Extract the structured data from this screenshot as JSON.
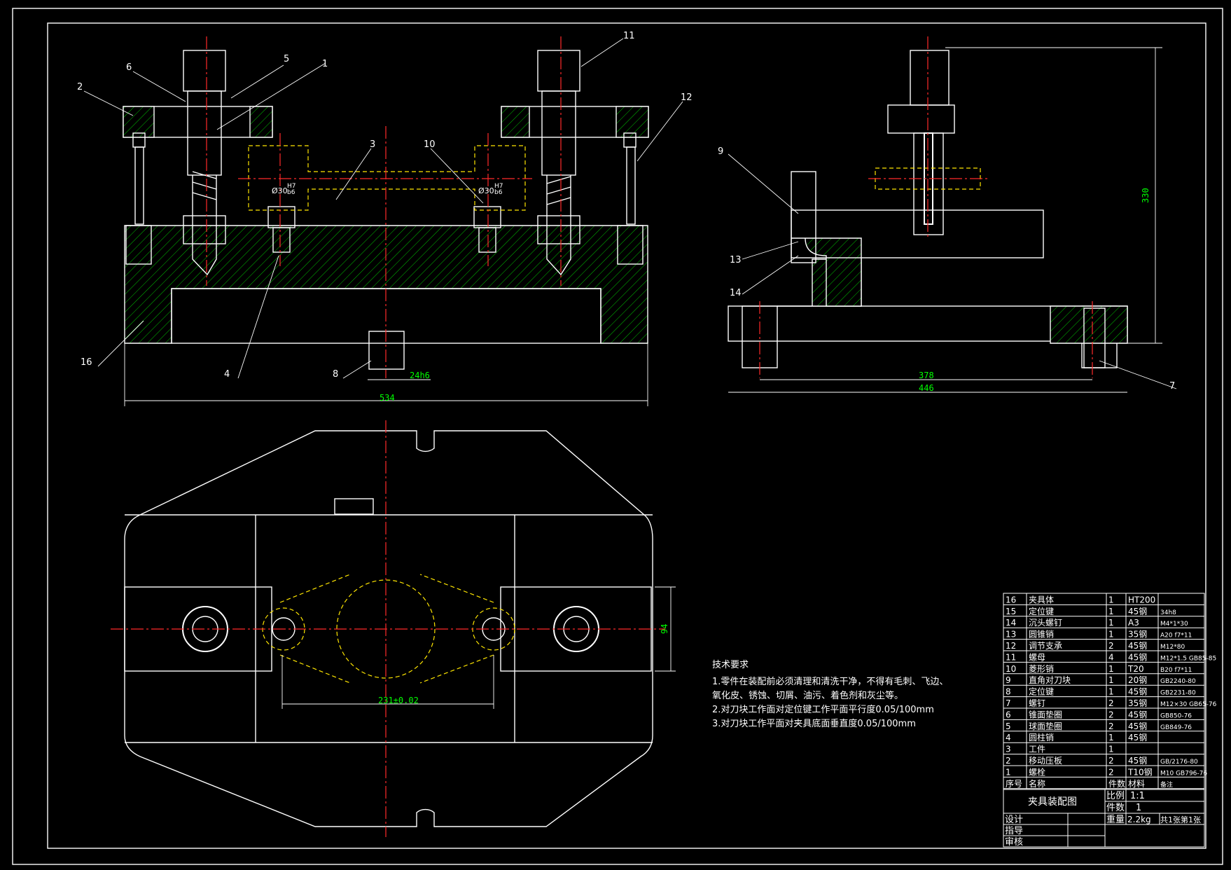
{
  "callouts": [
    "1",
    "2",
    "3",
    "4",
    "5",
    "6",
    "7",
    "8",
    "9",
    "10",
    "11",
    "12",
    "13",
    "14",
    "16"
  ],
  "dimensions": {
    "front_width": "534",
    "key_fit": "24h6",
    "hole_left": "Ø30",
    "hole_left_fit_top": "H7",
    "hole_left_fit_bot": "b6",
    "hole_right": "Ø30",
    "hole_right_fit_top": "H7",
    "hole_right_fit_bot": "b6",
    "side_height": "330",
    "side_inner_width": "378",
    "side_width": "446",
    "plan_height": "94",
    "plan_center": "231±0.02"
  },
  "tech_requirements": {
    "title": "技术要求",
    "lines": [
      "1.零件在装配前必须清理和清洗干净，不得有毛刺、飞边、",
      "氧化皮、锈蚀、切屑、油污、着色剂和灰尘等。",
      "2.对刀块工作面对定位键工作平面平行度0.05/100mm",
      "3.对刀块工作平面对夹具底面垂直度0.05/100mm"
    ]
  },
  "bom": {
    "rows": [
      {
        "no": "16",
        "name": "夹具体",
        "qty": "1",
        "mat": "HT200",
        "note": ""
      },
      {
        "no": "15",
        "name": "定位键",
        "qty": "1",
        "mat": "45钢",
        "note": "34h8"
      },
      {
        "no": "14",
        "name": "沉头螺钉",
        "qty": "1",
        "mat": "A3",
        "note": "M4*1*30"
      },
      {
        "no": "13",
        "name": "圆锥销",
        "qty": "1",
        "mat": "35钢",
        "note": "A20 f7*11"
      },
      {
        "no": "12",
        "name": "调节支承",
        "qty": "2",
        "mat": "45钢",
        "note": "M12*80"
      },
      {
        "no": "11",
        "name": "螺母",
        "qty": "4",
        "mat": "45钢",
        "note": "M12*1.5 GB85-85"
      },
      {
        "no": "10",
        "name": "菱形销",
        "qty": "1",
        "mat": "T20",
        "note": "B20 f7*11"
      },
      {
        "no": "9",
        "name": "直角对刀块",
        "qty": "1",
        "mat": "20钢",
        "note": "GB2240-80"
      },
      {
        "no": "8",
        "name": "定位键",
        "qty": "1",
        "mat": "45钢",
        "note": "GB2231-80"
      },
      {
        "no": "7",
        "name": "螺钉",
        "qty": "2",
        "mat": "35钢",
        "note": "M12×30 GB65-76"
      },
      {
        "no": "6",
        "name": "锥面垫圈",
        "qty": "2",
        "mat": "45钢",
        "note": "GB850-76"
      },
      {
        "no": "5",
        "name": "球面垫圈",
        "qty": "2",
        "mat": "45钢",
        "note": "GB849-76"
      },
      {
        "no": "4",
        "name": "圆柱销",
        "qty": "1",
        "mat": "45钢",
        "note": ""
      },
      {
        "no": "3",
        "name": "工件",
        "qty": "1",
        "mat": "",
        "note": ""
      },
      {
        "no": "2",
        "name": "移动压板",
        "qty": "2",
        "mat": "45钢",
        "note": "GB/2176-80"
      },
      {
        "no": "1",
        "name": "螺栓",
        "qty": "2",
        "mat": "T10钢",
        "note": "M10 GB796-76"
      }
    ],
    "header": {
      "no": "序号",
      "name": "名称",
      "qty": "件数",
      "mat": "材料",
      "note": "备注"
    }
  },
  "title_block": {
    "drawing_name": "夹具装配图",
    "scale_label": "比例",
    "scale": "1:1",
    "count_label": "件数",
    "count": "1",
    "design": "设计",
    "guide": "指导",
    "review": "审核",
    "weight_label": "重量",
    "weight": "2.2kg",
    "sheets": "共1张第1张"
  },
  "colors": {
    "background": "#000000",
    "lines": "#ffffff",
    "centerlines": "#ff2a2a",
    "hatch": "#00c000",
    "workpiece": "#ffe600",
    "dimension_text": "#00ff00"
  }
}
